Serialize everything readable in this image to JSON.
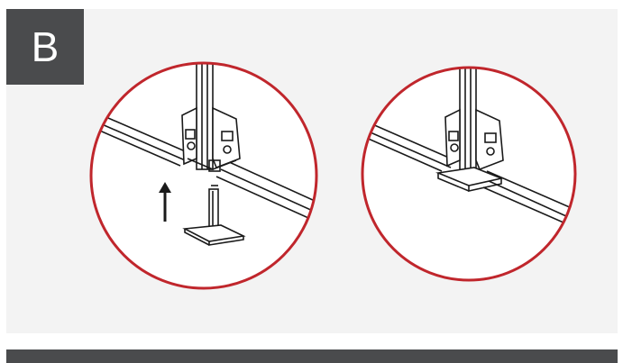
{
  "step": {
    "letter": "B"
  },
  "colors": {
    "panel_bg": "#f3f3f3",
    "badge_bg": "#4a4b4d",
    "badge_text": "#ffffff",
    "circle_stroke": "#c0262c",
    "line_art": "#1a1a1a"
  },
  "illustrations": [
    {
      "name": "before",
      "icons": [
        "up-arrow-icon",
        "foot-bracket-icon"
      ]
    },
    {
      "name": "after",
      "icons": [
        "installed-foot-icon"
      ]
    }
  ]
}
